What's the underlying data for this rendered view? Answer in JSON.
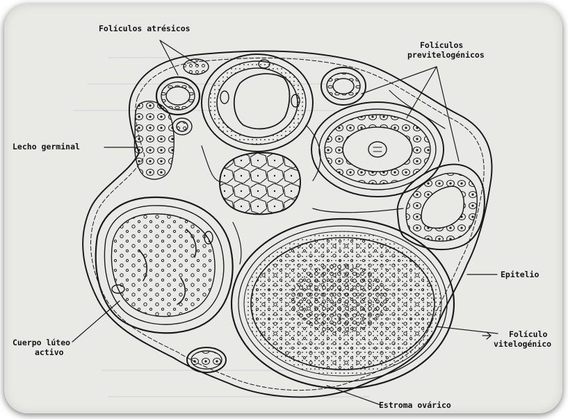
{
  "labels": {
    "foliculos_atresicos": "Folículos atrésicos",
    "foliculos_previtelogenicos_1": "Folículos",
    "foliculos_previtelogenicos_2": "previtelogénicos",
    "lecho_germinal": "Lecho germinal",
    "epitelio": "Epitelio",
    "cuerpo_luteo_1": "Cuerpo lúteo",
    "cuerpo_luteo_2": "activo",
    "foliculo_vitelogenico_1": "Folículo",
    "foliculo_vitelogenico_2": "vitelogénico",
    "estroma_ovarico": "Estroma ovárico"
  },
  "colors": {
    "ink": "#1a1a1a",
    "paper": "#e9e9e6",
    "frame_shadow": "#000000"
  }
}
